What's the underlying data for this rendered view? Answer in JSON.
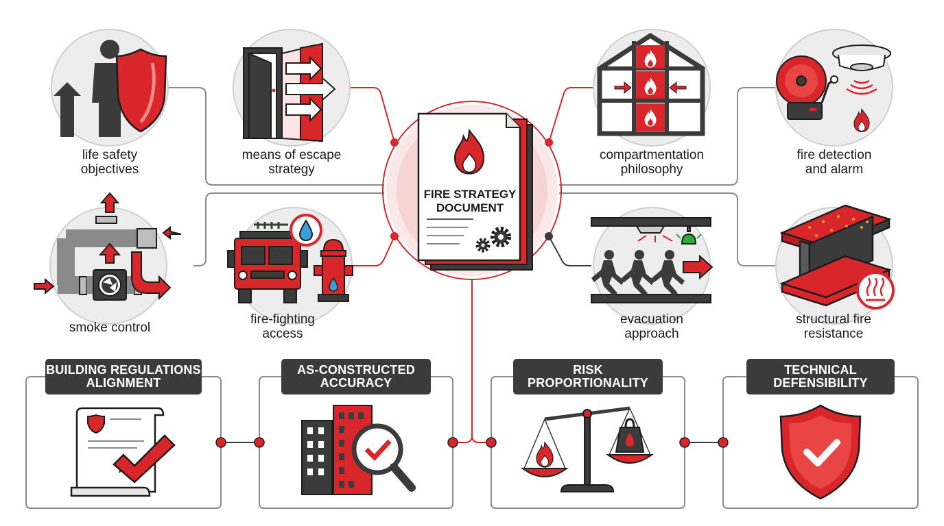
{
  "center": {
    "title_line1": "FIRE STRATEGY",
    "title_line2": "DOCUMENT"
  },
  "topics": [
    {
      "line1": "life safety",
      "line2": "objectives"
    },
    {
      "line1": "means of escape",
      "line2": "strategy"
    },
    {
      "line1": "compartmentation",
      "line2": "philosophy"
    },
    {
      "line1": "fire detection",
      "line2": "and alarm"
    },
    {
      "line1": "smoke control",
      "line2": ""
    },
    {
      "line1": "fire-fighting",
      "line2": "access"
    },
    {
      "line1": "evacuation",
      "line2": "approach"
    },
    {
      "line1": "structural fire",
      "line2": "resistance"
    }
  ],
  "principles": [
    {
      "line1": "BUILDING REGULATIONS",
      "line2": "ALIGNMENT"
    },
    {
      "line1": "AS-CONSTRUCTED",
      "line2": "ACCURACY"
    },
    {
      "line1": "RISK",
      "line2": "PROPORTIONALITY"
    },
    {
      "line1": "TECHNICAL",
      "line2": "DEFENSIBILITY"
    }
  ],
  "colors": {
    "red": "#d9262b",
    "dark": "#3b3b3b",
    "grey": "#8a8a8a",
    "light_grey": "#ededed",
    "pink": "#f6d3d3"
  },
  "icons": [
    "person-shield-icon",
    "door-arrows-icon",
    "building-sections-icon",
    "alarm-bell-icon",
    "duct-fan-icon",
    "fire-truck-hydrant-icon",
    "running-people-icon",
    "steel-beam-icon",
    "fire-document-icon",
    "regulation-scroll-icon",
    "building-magnifier-icon",
    "balance-scale-icon",
    "shield-check-icon"
  ]
}
